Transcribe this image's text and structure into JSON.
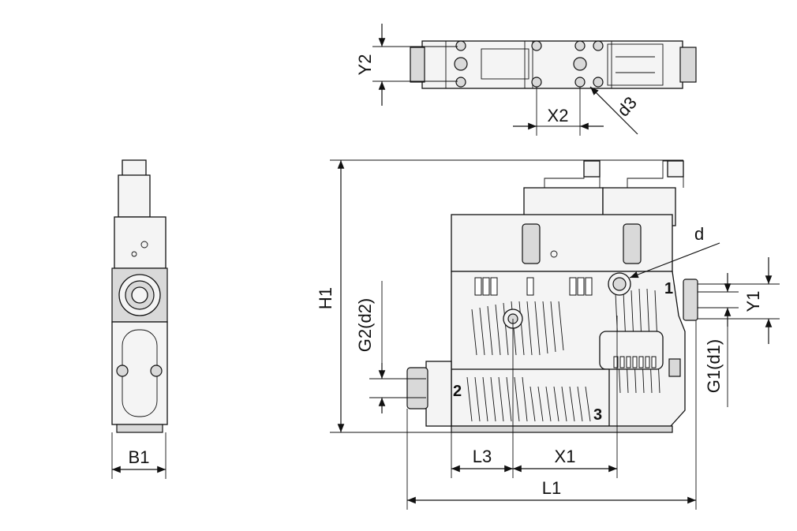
{
  "diagram": {
    "dimension_labels": {
      "y2": "Y2",
      "x2": "X2",
      "d3": "d3",
      "h1": "H1",
      "g2": "G2(d2)",
      "d": "d",
      "y1": "Y1",
      "g1": "G1(d1)",
      "b1": "B1",
      "l3": "L3",
      "x1": "X1",
      "l1": "L1"
    },
    "port_labels": {
      "port1": "1",
      "port2": "2",
      "port3": "3"
    }
  }
}
